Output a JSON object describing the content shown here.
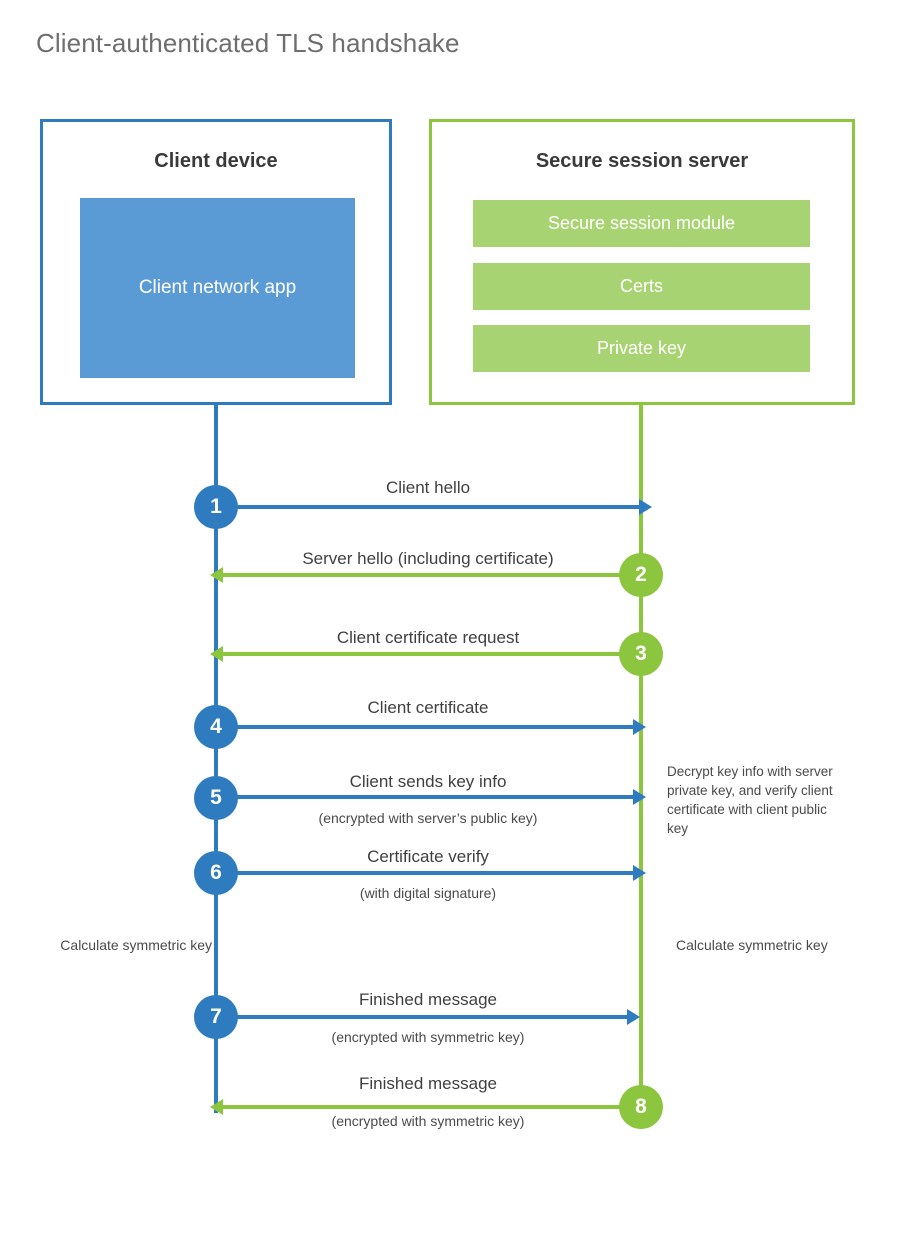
{
  "title": "Client-authenticated TLS handshake",
  "colors": {
    "client_border": "#2E7CBF",
    "client_fill": "#5B9BD5",
    "server_border": "#8CC63F",
    "server_fill": "#A8D372",
    "title_text": "#6e6e6e",
    "body_text": "#3f3f3f",
    "background": "#ffffff"
  },
  "client": {
    "title": "Client device",
    "app_label": "Client network app"
  },
  "server": {
    "title": "Secure session server",
    "modules": [
      "Secure session module",
      "Certs",
      "Private key"
    ]
  },
  "steps": [
    {
      "number": "1",
      "label": "Client hello",
      "sublabel": "",
      "direction": "client-to-server",
      "color": "#2E7CBF"
    },
    {
      "number": "2",
      "label": "Server hello (including certificate)",
      "sublabel": "",
      "direction": "server-to-client",
      "color": "#8CC63F"
    },
    {
      "number": "3",
      "label": "Client certificate request",
      "sublabel": "",
      "direction": "server-to-client",
      "color": "#8CC63F"
    },
    {
      "number": "4",
      "label": "Client certificate",
      "sublabel": "",
      "direction": "client-to-server",
      "color": "#2E7CBF"
    },
    {
      "number": "5",
      "label": "Client sends key info",
      "sublabel": "(encrypted with server’s public key)",
      "direction": "client-to-server",
      "color": "#2E7CBF"
    },
    {
      "number": "6",
      "label": "Certificate verify",
      "sublabel": "(with digital signature)",
      "direction": "client-to-server",
      "color": "#2E7CBF"
    },
    {
      "number": "7",
      "label": "Finished message",
      "sublabel": "(encrypted with symmetric key)",
      "direction": "client-to-server",
      "color": "#2E7CBF"
    },
    {
      "number": "8",
      "label": "Finished message",
      "sublabel": "(encrypted with symmetric key)",
      "direction": "server-to-client",
      "color": "#8CC63F"
    }
  ],
  "annotations": {
    "server_decrypt": "Decrypt key info with server private key, and verify client certificate with client public key",
    "client_calculate": "Calculate symmetric key",
    "server_calculate": "Calculate symmetric key"
  }
}
